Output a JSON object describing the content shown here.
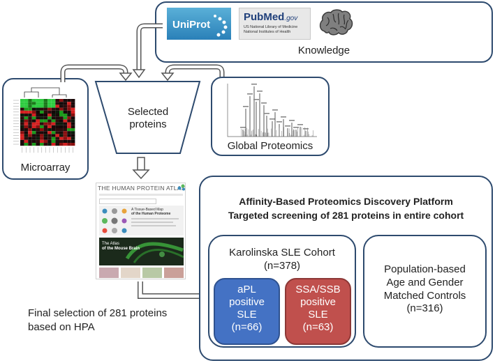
{
  "knowledge": {
    "label": "Knowledge",
    "uniprot_text": "UniProt",
    "pubmed_brand": "PubMed",
    "pubmed_gov": ".gov",
    "pubmed_sub1": "US National Library of Medicine",
    "pubmed_sub2": "National Institutes of Health"
  },
  "microarray": {
    "label": "Microarray"
  },
  "selected": {
    "line1": "Selected",
    "line2": "proteins"
  },
  "global": {
    "label": "Global Proteomics"
  },
  "hpa": {
    "banner": "THE HUMAN PROTEIN ATLAS",
    "panel1_line1": "A Tissue-Based Map",
    "panel1_line2": "of the Human Proteome",
    "panel2_line1": "The Atlas",
    "panel2_line2": "of the Mouse Brain"
  },
  "final": {
    "line1": "Final selection of 281 proteins",
    "line2": "based on HPA"
  },
  "platform": {
    "title1": "Affinity-Based Proteomics Discovery Platform",
    "title2": "Targeted screening of 281 proteins in entire cohort",
    "cohort_name": "Karolinska SLE Cohort",
    "cohort_n": "(n=378)",
    "apl": {
      "l1": "aPL",
      "l2": "positive",
      "l3": "SLE",
      "l4": "(n=66)"
    },
    "ssa": {
      "l1": "SSA/SSB",
      "l2": "positive",
      "l3": "SLE",
      "l4": "(n=63)"
    },
    "controls": {
      "l1": "Population-based",
      "l2": "Age and Gender",
      "l3": "Matched Controls",
      "l4": "(n=316)"
    }
  },
  "colors": {
    "apl": "#4472c4",
    "ssa": "#c0504d",
    "border": "#2d4a6e"
  }
}
